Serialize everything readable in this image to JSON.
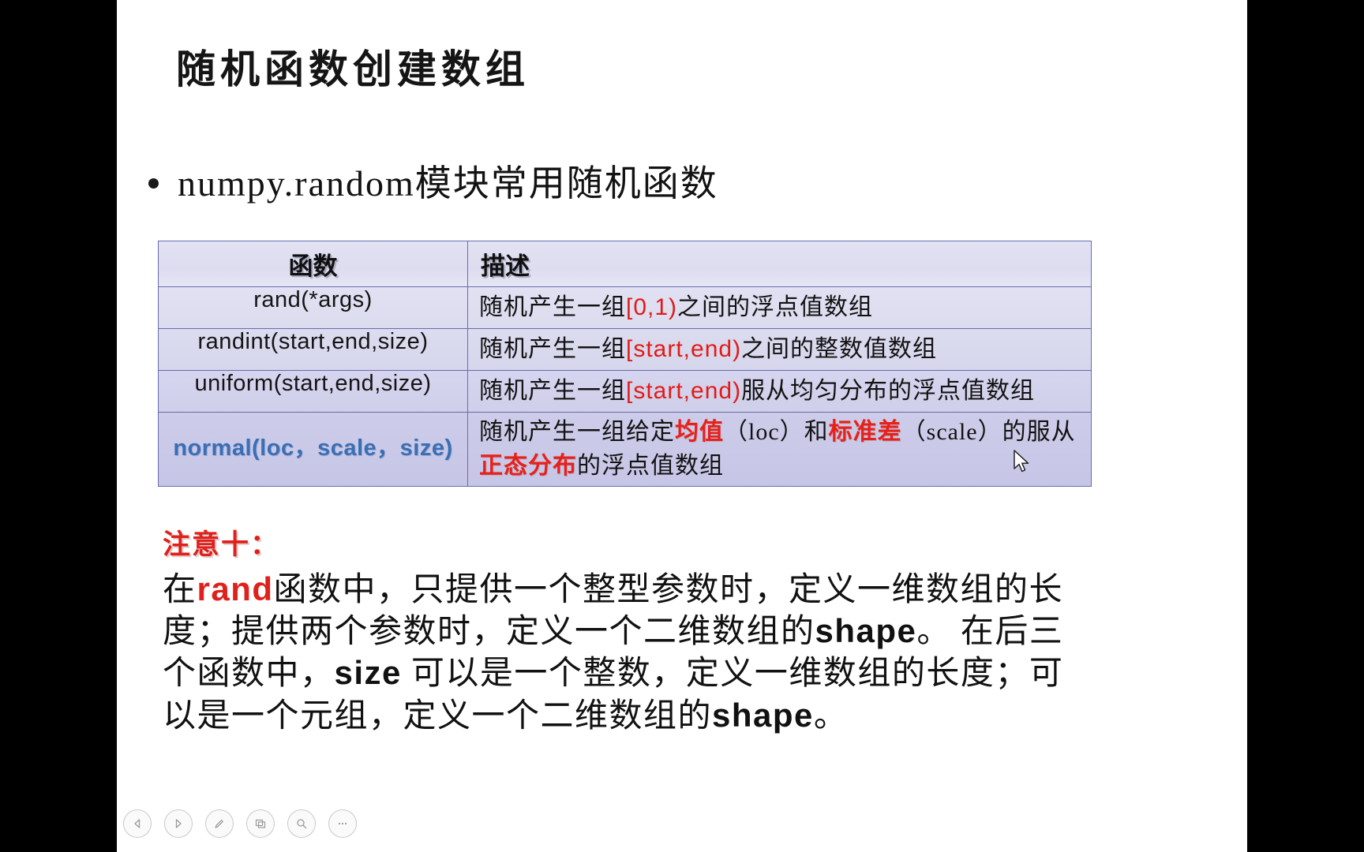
{
  "slide": {
    "title": "随机函数创建数组",
    "bullet": {
      "marker": "•",
      "text": "numpy.random模块常用随机函数"
    }
  },
  "table": {
    "headers": [
      "函数",
      "描述"
    ],
    "rows": [
      {
        "function": "rand(*args)",
        "desc_prefix": "随机产生一组",
        "desc_range": "[0,1)",
        "desc_suffix": "之间的浮点值数组"
      },
      {
        "function": "randint(start,end,size)",
        "desc_prefix": "随机产生一组",
        "desc_range": "[start,end)",
        "desc_suffix": "之间的整数值数组"
      },
      {
        "function": "uniform(start,end,size)",
        "desc_prefix": "随机产生一组",
        "desc_range": "[start,end)",
        "desc_suffix": "服从均匀分布的浮点值数组"
      },
      {
        "function": "normal(loc，scale，size)",
        "desc_p1": "随机产生一组给定",
        "desc_r1": "均值",
        "desc_p2": "（loc）和",
        "desc_r2": "标准差",
        "desc_p3": "（scale）的服从",
        "desc_r3": "正态分布",
        "desc_p4": "的浮点值数组"
      }
    ]
  },
  "note": {
    "title": "注意十：",
    "line1_a": "在",
    "line1_red": "rand",
    "line1_b": "函数中，只提供一个整型参数时，定义一维数组的长",
    "line2_a": "度；提供两个参数时，定义一个二维数组的",
    "line2_bold": "shape",
    "line2_b": "。 在后三",
    "line3_a": "个函数中，",
    "line3_bold": "size",
    "line3_b": " 可以是一个整数，定义一维数组的长度；可",
    "line4_a": "以是一个元组，定义一个二维数组的",
    "line4_bold": "shape",
    "line4_b": "。"
  },
  "toolbar": {
    "items": [
      {
        "name": "previous-slide-button",
        "glyph": "prev"
      },
      {
        "name": "next-slide-button",
        "glyph": "next"
      },
      {
        "name": "pen-tool-button",
        "glyph": "pen"
      },
      {
        "name": "all-slides-button",
        "glyph": "grid"
      },
      {
        "name": "zoom-button",
        "glyph": "magnifier"
      },
      {
        "name": "more-options-button",
        "glyph": "ellipsis"
      }
    ]
  },
  "colors": {
    "accent_red": "#e0201b",
    "accent_blue": "#3a6fb5",
    "table_border": "#6a6cb0",
    "slide_background": "#ffffff",
    "letterbox": "#000000"
  }
}
